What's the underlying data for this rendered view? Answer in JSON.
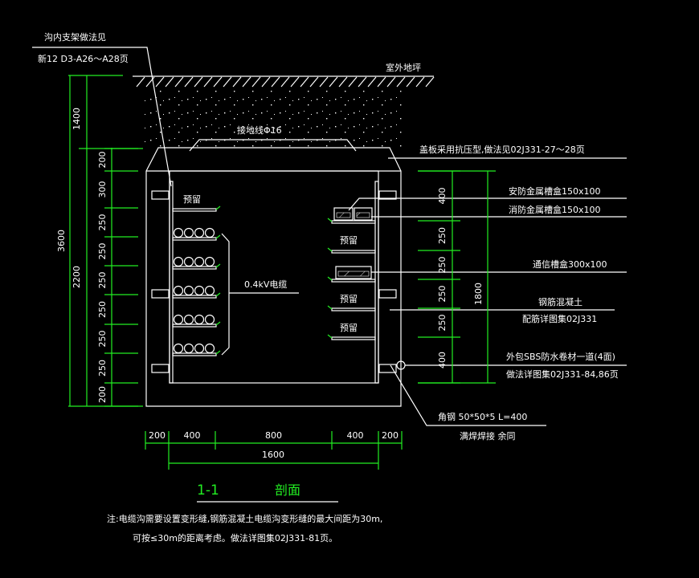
{
  "colors": {
    "background": "#000000",
    "lines": "#ffffff",
    "dimensions": "#22ee22"
  },
  "annotations": {
    "bracket_ref_line1": "沟内支架做法见",
    "bracket_ref_line2": "新12 D3-A26～A28页",
    "ground_level": "室外地坪",
    "grounding_wire": "接地线Φ16",
    "cover_note": "盖板采用抗压型,做法见02J331-27～28页",
    "tray_security": "安防金属槽盒150x100",
    "tray_fire": "消防金属槽盒150x100",
    "tray_comm": "通信槽盒300x100",
    "concrete": "钢筋混凝土",
    "concrete_ref": "配筋详图集02J331",
    "waterproof": "外包SBS防水卷材一道(4面)",
    "waterproof_ref": "做法详图集02J331-84,86页",
    "angle_steel": "角钢 50*50*5   L=400",
    "weld_note": "满焊焊接 余同",
    "cable_label": "0.4kV电缆",
    "reserved": [
      "预留",
      "预留",
      "预留",
      "预留"
    ]
  },
  "dimensions": {
    "left_total": "3600",
    "left_cover": "1400",
    "left_trench": "2200",
    "left_segments": [
      "200",
      "300",
      "250",
      "250",
      "250",
      "250",
      "250",
      "250",
      "200"
    ],
    "right_segments": [
      "400",
      "250",
      "250",
      "250",
      "250",
      "400"
    ],
    "right_total": "1800",
    "bottom_segments": [
      "200",
      "400",
      "800",
      "400",
      "200"
    ],
    "bottom_total": "1600"
  },
  "title": {
    "number": "1-1",
    "name": "剖面"
  },
  "notes": {
    "line1": "注:电缆沟需要设置变形缝,钢筋混凝土电缆沟变形缝的最大间距为30m,",
    "line2": "可按≤30m的距离考虑。做法详图集02J331-81页。"
  }
}
